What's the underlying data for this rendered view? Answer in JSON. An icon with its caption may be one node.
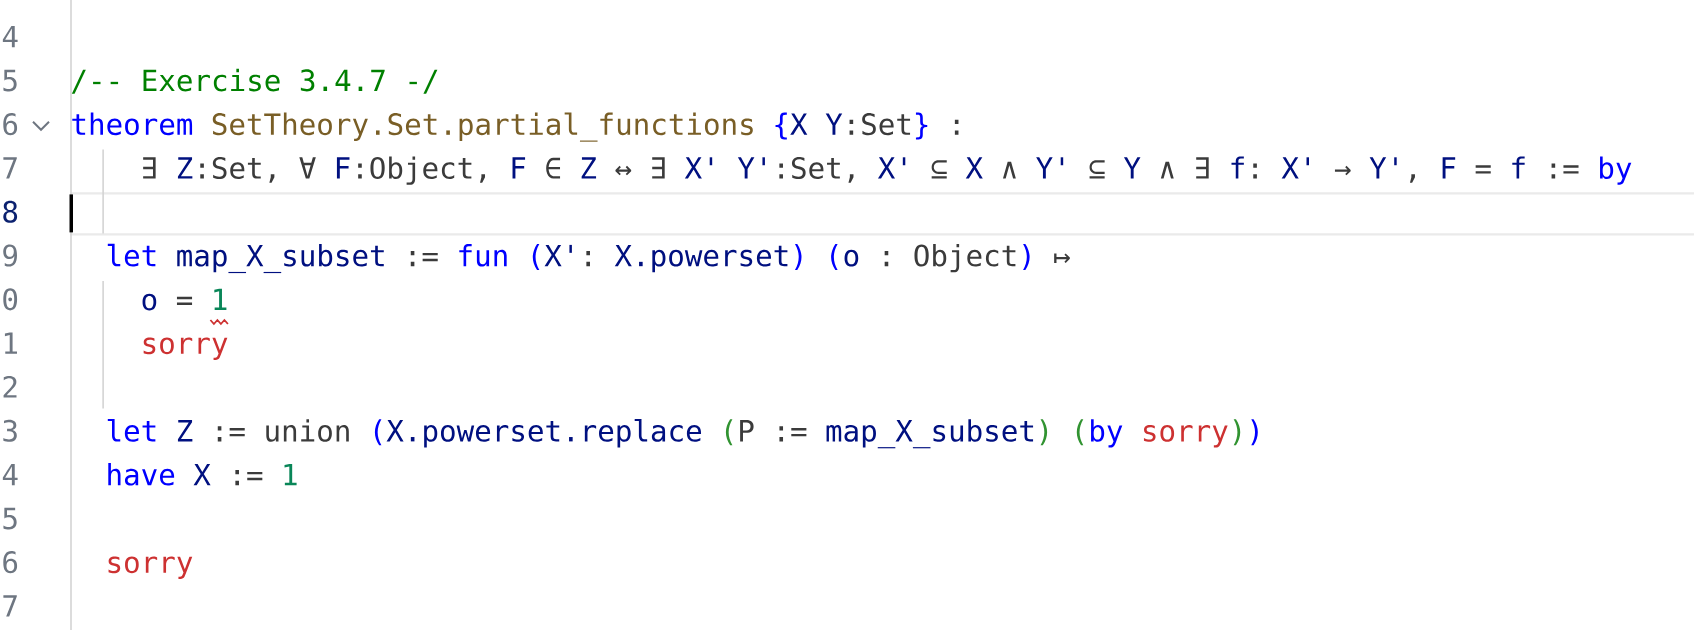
{
  "diagram": {
    "labels": [
      "4",
      "5",
      "/-- Exercise 3.4.7 -/",
      "6",
      "theorem",
      "SetTheory.Set.partial_functions",
      "{",
      "X Y",
      ":Set",
      "}",
      ":",
      "7",
      "∃",
      "Z",
      ":Set, ∀",
      "F",
      ":Object,",
      "F",
      "∈",
      "Z",
      "↔ ∃",
      "X' Y'",
      ":Set,",
      "X'",
      "⊆",
      "X",
      "∧",
      "Y'",
      "⊆",
      "Y",
      "∧ ∃",
      "f",
      ":",
      "X'",
      "→",
      "Y'",
      ",",
      "F",
      "=",
      "f",
      ":=",
      "by",
      "8",
      "9",
      "let",
      "map_X_subset",
      ":=",
      "fun",
      "(",
      "X'",
      ":",
      "X.powerset",
      ")",
      "(",
      "o",
      ":",
      "Object",
      ")",
      "↦",
      "0",
      "o",
      "=",
      "1",
      "1",
      "sorry",
      "2",
      "3",
      "let",
      "Z",
      ":=",
      "union",
      "(",
      "X.powerset.replace",
      "(",
      "P :=",
      "map_X_subset",
      ")",
      "(",
      "by",
      "sorry",
      ")",
      ")",
      "4",
      "have",
      "X",
      ":=",
      "1",
      "5",
      "6",
      "sorry",
      "7"
    ]
  }
}
